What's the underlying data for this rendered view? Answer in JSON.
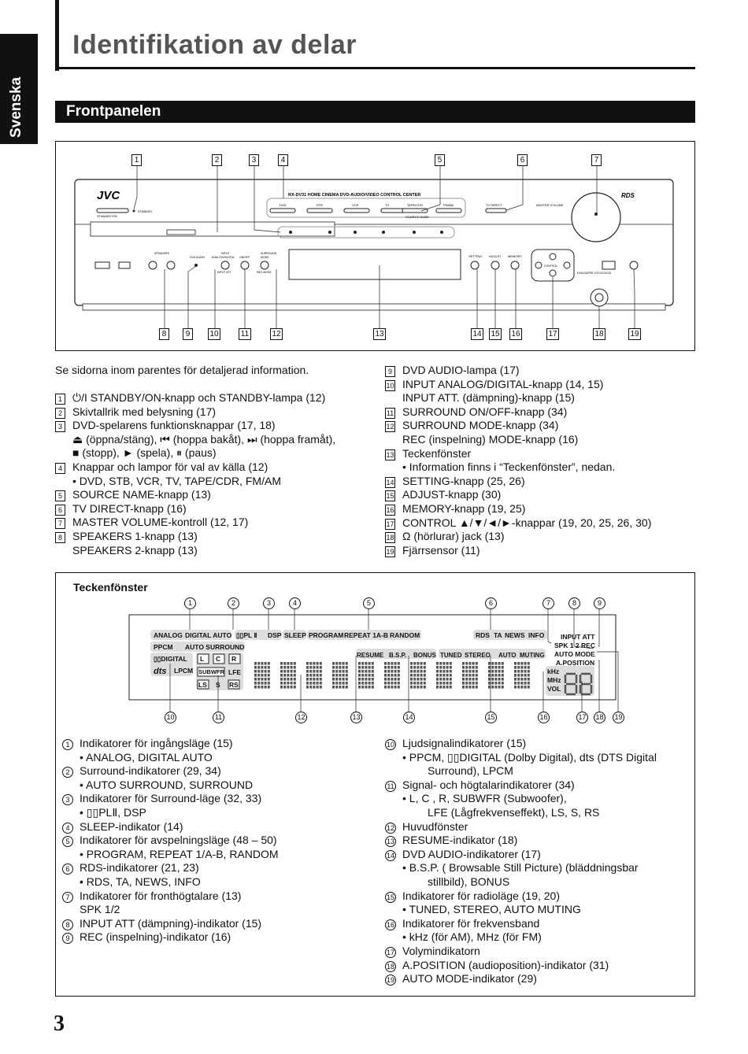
{
  "side_tab": "Svenska",
  "page_title": "Identifikation av delar",
  "section_title": "Frontpanelen",
  "page_number": "3",
  "front_panel": {
    "brand": "JVC",
    "model_text": "RX-DV31  HOME CINEMA DVD-AUDIO/VIDEO CONTROL CENTER",
    "rds_logo": "RDS",
    "source_buttons": [
      "DVD",
      "STB",
      "VCR",
      "TV",
      "TAPE/CDR",
      "FM/AM"
    ],
    "source_name_label": "SOURCE NAME",
    "tv_direct": "TV DIRECT",
    "master_volume": "MASTER VOLUME",
    "standby_label": "STANDBY",
    "standby_on_label": "STANDBY/ON",
    "speakers_label": "SPEAKERS",
    "dvd_audio_label": "DVD AUDIO",
    "input_label": "INPUT",
    "analog_digital_label": "ANALOG/DIGITAL",
    "on_off_label": "ON/OFF",
    "surround_label": "SURROUND",
    "mode_label": "MODE",
    "input_att_label": "INPUT ATT.",
    "rec_mode_label": "REC MODE",
    "setting_label": "SETTING",
    "adjust_label": "ADJUST",
    "memory_label": "MEMORY",
    "control_label": "CONTROL",
    "compat_label": "DVD/SUPER VCD/VCD/CD",
    "callouts_top": [
      "1",
      "2",
      "3",
      "4",
      "5",
      "6",
      "7"
    ],
    "callouts_bottom": [
      "8",
      "9",
      "10",
      "11",
      "12",
      "13",
      "14",
      "15",
      "16",
      "17",
      "18",
      "19"
    ]
  },
  "intro_text": "Se sidorna inom parentes för detaljerad information.",
  "panel_items_left": [
    {
      "num": "1",
      "lines": [
        "⏻/I STANDBY/ON-knapp och STANDBY-lampa (12)"
      ]
    },
    {
      "num": "2",
      "lines": [
        "Skivtallrik med belysning (17)"
      ]
    },
    {
      "num": "3",
      "lines": [
        "DVD-spelarens funktionsknappar (17, 18)",
        "⏏ (öppna/stäng), ⏮ (hoppa bakåt), ⏭ (hoppa framåt),",
        "■ (stopp), ► (spela), ⏸ (paus)"
      ]
    },
    {
      "num": "4",
      "lines": [
        "Knappar och lampor för val av källa (12)",
        "• DVD, STB, VCR, TV, TAPE/CDR, FM/AM"
      ]
    },
    {
      "num": "5",
      "lines": [
        "SOURCE NAME-knapp (13)"
      ]
    },
    {
      "num": "6",
      "lines": [
        "TV DIRECT-knapp (16)"
      ]
    },
    {
      "num": "7",
      "lines": [
        "MASTER VOLUME-kontroll (12, 17)"
      ]
    },
    {
      "num": "8",
      "lines": [
        "SPEAKERS 1-knapp (13)",
        "SPEAKERS 2-knapp (13)"
      ]
    }
  ],
  "panel_items_right": [
    {
      "num": "9",
      "lines": [
        "DVD AUDIO-lampa (17)"
      ]
    },
    {
      "num": "10",
      "lines": [
        "INPUT ANALOG/DIGITAL-knapp (14, 15)",
        "INPUT ATT. (dämpning)-knapp (15)"
      ]
    },
    {
      "num": "11",
      "lines": [
        "SURROUND ON/OFF-knapp (34)"
      ]
    },
    {
      "num": "12",
      "lines": [
        "SURROUND MODE-knapp (34)",
        "REC (inspelning) MODE-knapp (16)"
      ]
    },
    {
      "num": "13",
      "lines": [
        "Teckenfönster",
        "• Information finns i “Teckenfönster”, nedan."
      ]
    },
    {
      "num": "14",
      "lines": [
        "SETTING-knapp (25, 26)"
      ]
    },
    {
      "num": "15",
      "lines": [
        "ADJUST-knapp (30)"
      ]
    },
    {
      "num": "16",
      "lines": [
        "MEMORY-knapp (19, 25)"
      ]
    },
    {
      "num": "17",
      "lines": [
        "CONTROL ▲/▼/◄/►-knappar (19, 20, 25, 26, 30)"
      ]
    },
    {
      "num": "18",
      "lines": [
        "Ω (hörlurar) jack (13)"
      ]
    },
    {
      "num": "19",
      "lines": [
        "Fjärrsensor (11)"
      ]
    }
  ],
  "display_section_title": "Teckenfönster",
  "display": {
    "indicators": {
      "analog": "ANALOG",
      "digital_auto": "DIGITAL AUTO",
      "dpl2": "▯▯PL Ⅱ",
      "dsp": "DSP",
      "sleep": "SLEEP",
      "program": "PROGRAM",
      "repeat": "REPEAT 1A-B",
      "random": "RANDOM",
      "rds": "RDS",
      "ta": "TA",
      "news": "NEWS",
      "info": "INFO",
      "pcm": "PPCM",
      "auto_surround": "AUTO SURROUND",
      "dolby_digital": "▯▯DIGITAL",
      "dts": "dts",
      "lpcm": "LPCM",
      "l": "L",
      "c": "C",
      "r": "R",
      "subwfr": "SUBWFR",
      "lfe": "LFE",
      "ls": "LS",
      "s": "S",
      "rs": "RS",
      "resume": "RESUME",
      "bsp": "B.S.P.",
      "bonus": "BONUS",
      "tuned": "TUNED",
      "stereo": "STEREO",
      "auto": "AUTO",
      "muting": "MUTING",
      "input_att": "INPUT ATT",
      "spk": "SPK 1 2 REC",
      "auto_mode": "AUTO MODE",
      "a_position": "A.POSITION",
      "khz": "kHz",
      "mhz": "MHz",
      "vol": "VOL"
    },
    "callouts_top": [
      "1",
      "2",
      "3",
      "4",
      "5",
      "6",
      "7",
      "8",
      "9"
    ],
    "callouts_bottom": [
      "10",
      "11",
      "12",
      "13",
      "14",
      "15",
      "16",
      "17",
      "18",
      "19"
    ]
  },
  "display_items_left": [
    {
      "num": "1",
      "lines": [
        "Indikatorer för ingångsläge (15)",
        "• ANALOG, DIGITAL AUTO"
      ]
    },
    {
      "num": "2",
      "lines": [
        "Surround-indikatorer (29, 34)",
        "• AUTO SURROUND, SURROUND"
      ]
    },
    {
      "num": "3",
      "lines": [
        "Indikatorer för Surround-läge (32, 33)",
        "• ▯▯PLⅡ, DSP"
      ]
    },
    {
      "num": "4",
      "lines": [
        "SLEEP-indikator (14)"
      ]
    },
    {
      "num": "5",
      "lines": [
        "Indikatorer för avspelningsläge (48 – 50)",
        "• PROGRAM, REPEAT 1/A-B, RANDOM"
      ]
    },
    {
      "num": "6",
      "lines": [
        "RDS-indikatorer (21, 23)",
        "• RDS, TA, NEWS, INFO"
      ]
    },
    {
      "num": "7",
      "lines": [
        "Indikatorer för fronthögtalare (13)",
        "SPK 1/2"
      ]
    },
    {
      "num": "8",
      "lines": [
        "INPUT ATT (dämpning)-indikator (15)"
      ]
    },
    {
      "num": "9",
      "lines": [
        "REC (inspelning)-indikator (16)"
      ]
    }
  ],
  "display_items_right": [
    {
      "num": "10",
      "lines": [
        "Ljudsignalindikatorer (15)",
        "• PPCM, ▯▯DIGITAL (Dolby Digital), dts (DTS Digital",
        "Surround), LPCM"
      ]
    },
    {
      "num": "11",
      "lines": [
        "Signal- och högtalarindikatorer (34)",
        "• L, C , R, SUBWFR (Subwoofer),",
        "LFE (Lågfrekvenseffekt), LS, S, RS"
      ]
    },
    {
      "num": "12",
      "lines": [
        "Huvudfönster"
      ]
    },
    {
      "num": "13",
      "lines": [
        "RESUME-indikator (18)"
      ]
    },
    {
      "num": "14",
      "lines": [
        "DVD AUDIO-indikatorer (17)",
        "• B.S.P. ( Browsable Still Picture) (bläddningsbar",
        "stillbild), BONUS"
      ]
    },
    {
      "num": "15",
      "lines": [
        "Indikatorer för radioläge (19, 20)",
        "• TUNED, STEREO, AUTO MUTING"
      ]
    },
    {
      "num": "16",
      "lines": [
        "Indikatorer för frekvensband",
        "• kHz (för AM), MHz (för FM)"
      ]
    },
    {
      "num": "17",
      "lines": [
        "Volymindikatorn"
      ]
    },
    {
      "num": "18",
      "lines": [
        "A.POSITION (audioposition)-indikator (31)"
      ]
    },
    {
      "num": "19",
      "lines": [
        "AUTO MODE-indikator (29)"
      ]
    }
  ]
}
